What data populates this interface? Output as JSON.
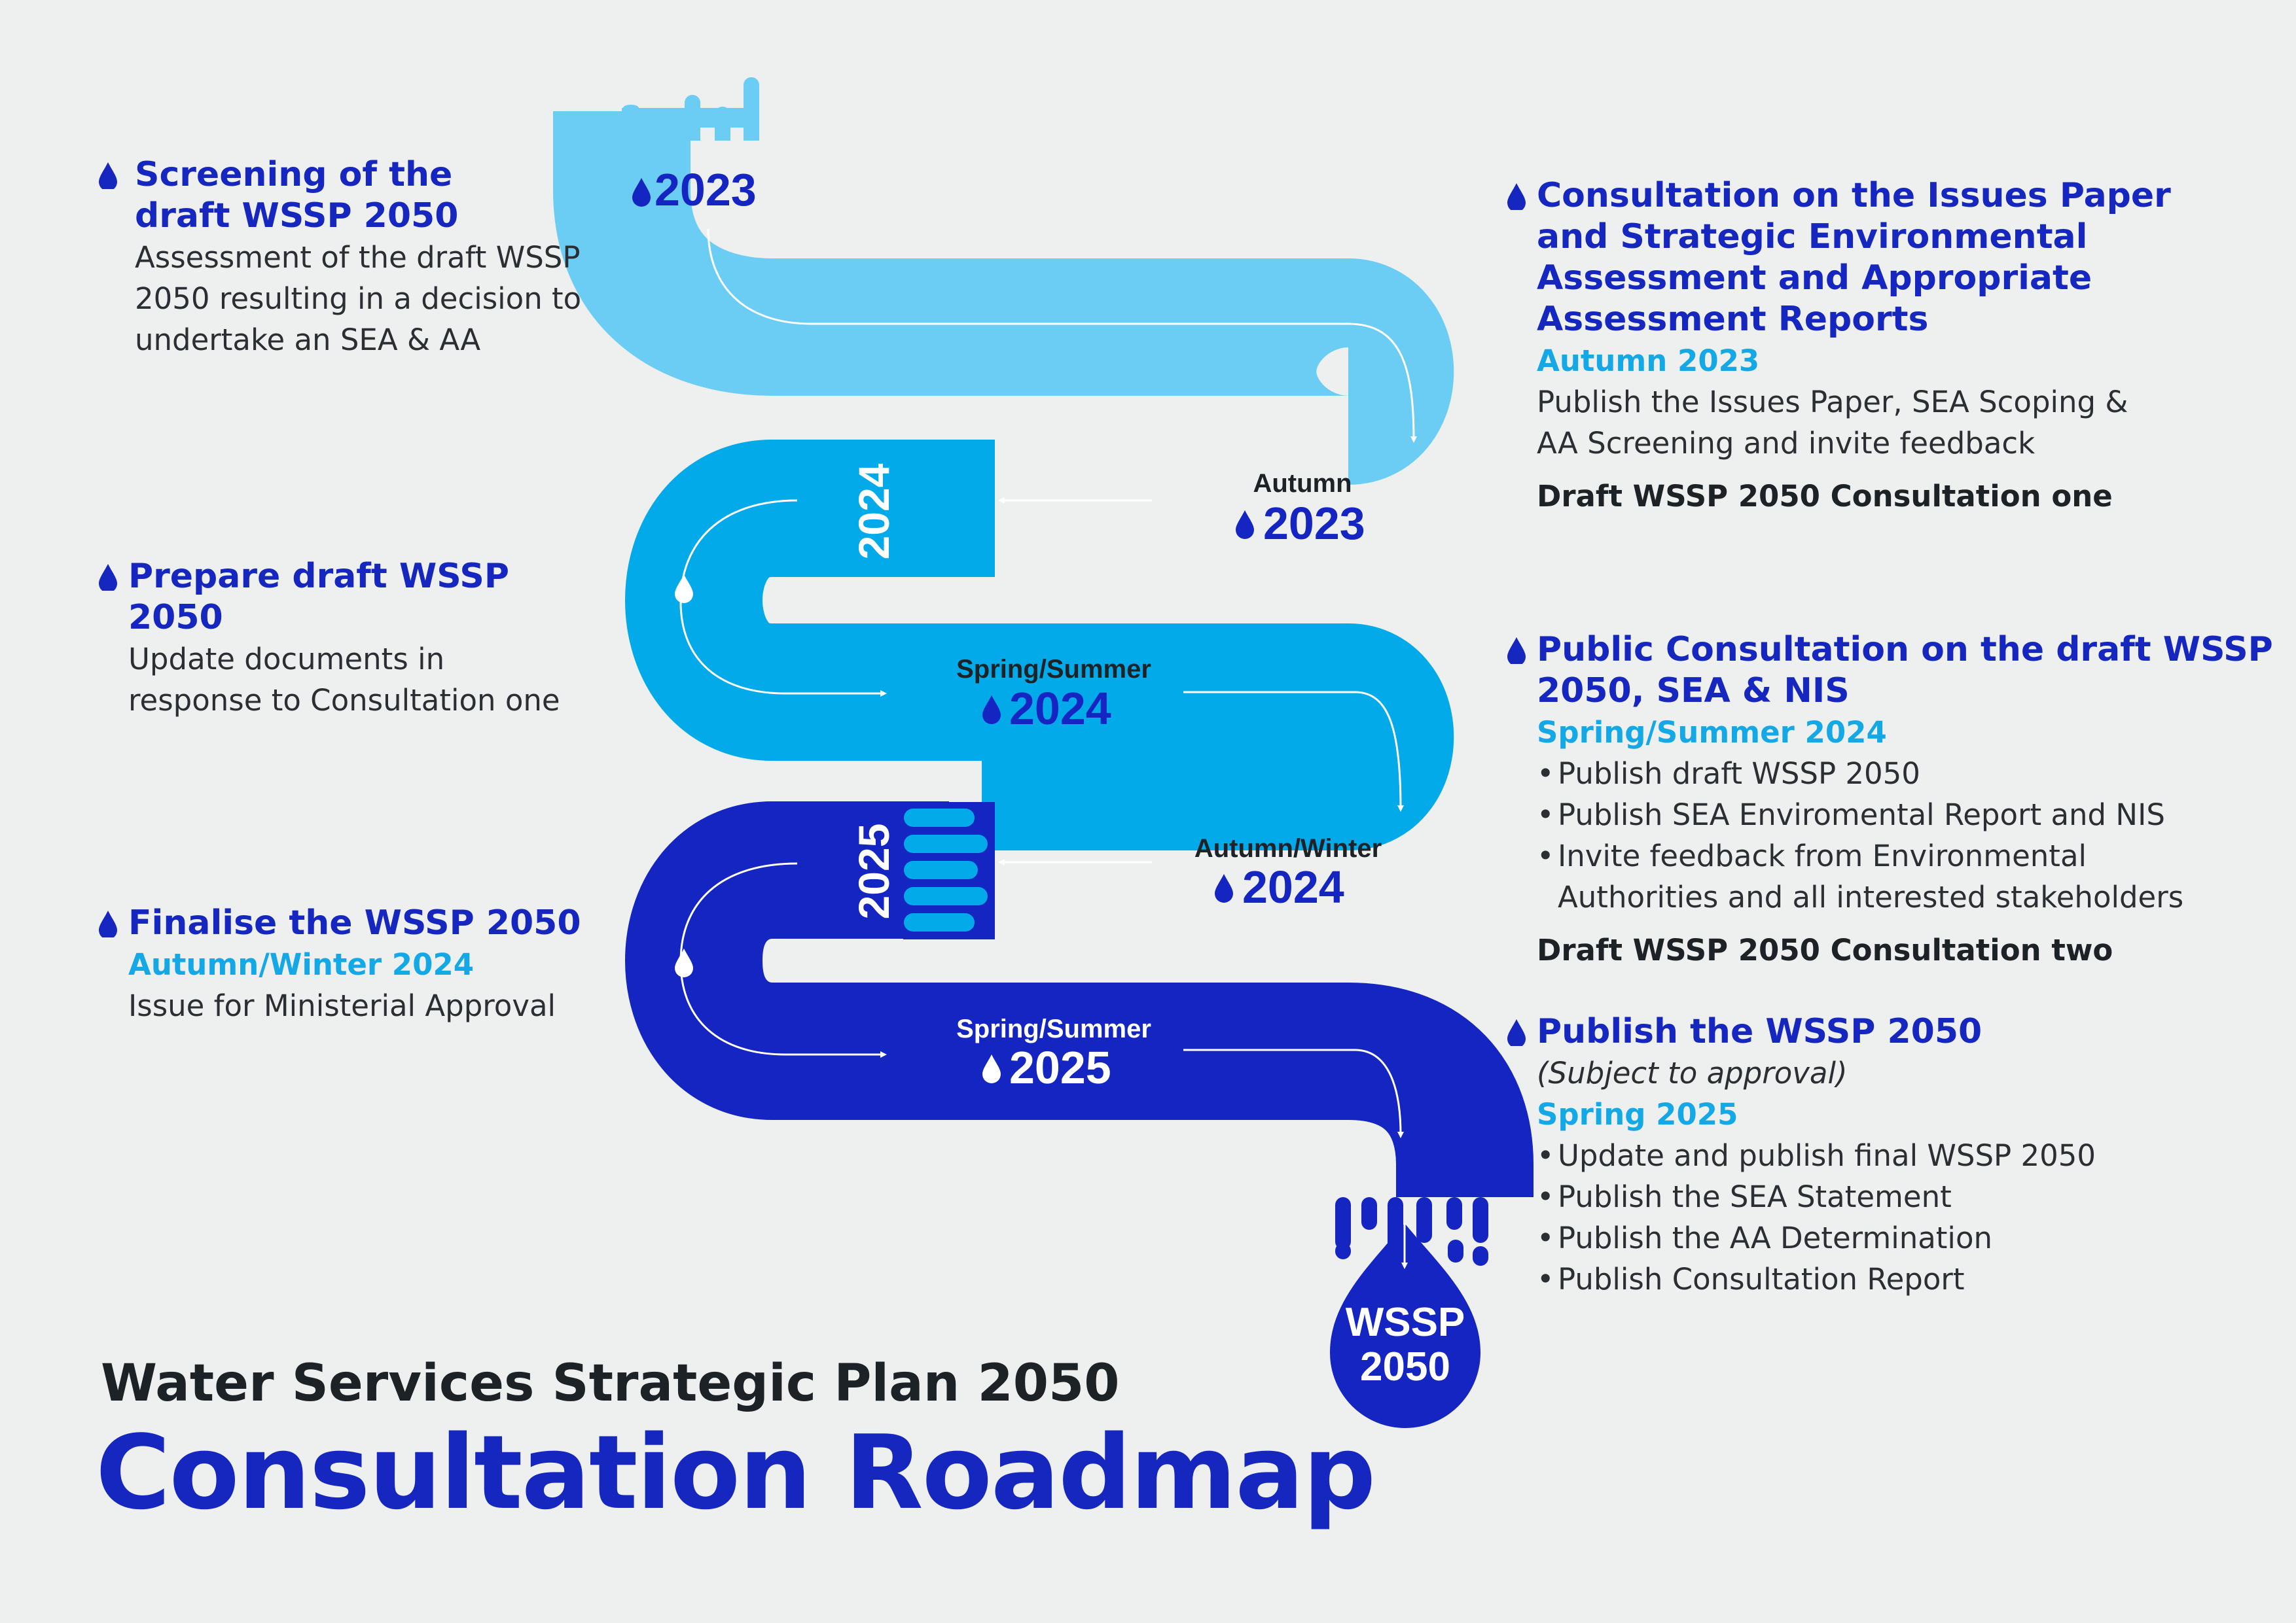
{
  "colors": {
    "band_light": "#6ccdf4",
    "band_mid": "#02aae9",
    "band_dark": "#1425c1",
    "title_blue": "#1627c0",
    "season_blue": "#14a9e6",
    "text_dark": "#2b2f33",
    "background": "#eeefef"
  },
  "river": {
    "start_year": "2023",
    "markers": [
      {
        "season": "Autumn",
        "year": "2023"
      },
      {
        "season": "Spring/Summer",
        "year": "2024"
      },
      {
        "season": "Autumn/Winter",
        "year": "2024"
      },
      {
        "season": "Spring/Summer",
        "year": "2025"
      }
    ],
    "vertical_years": [
      "2024",
      "2025"
    ],
    "end_drop": {
      "line1": "WSSP",
      "line2": "2050"
    }
  },
  "left": [
    {
      "title": "Screening of the\ndraft WSSP 2050",
      "description": "Assessment of the draft WSSP\n2050 resulting in a decision to\nundertake an SEA & AA"
    },
    {
      "title": "Prepare draft WSSP 2050",
      "description": "Update documents in\nresponse to Consultation one"
    },
    {
      "title": "Finalise the WSSP 2050",
      "season": "Autumn/Winter 2024",
      "description": "Issue for Ministerial Approval"
    }
  ],
  "right": [
    {
      "title": "Consultation on the Issues Paper\nand Strategic Environmental\nAssessment and Appropriate\nAssessment Reports",
      "season": "Autumn 2023",
      "description": "Publish the Issues Paper, SEA Scoping &\nAA Screening and invite feedback",
      "label": "Draft WSSP 2050 Consultation one"
    },
    {
      "title": "Public Consultation on the draft WSSP\n2050, SEA & NIS",
      "season": "Spring/Summer 2024",
      "bullets": [
        "Publish draft WSSP 2050",
        "Publish SEA Enviromental Report and NIS",
        "Invite feedback from Environmental\nAuthorities and all interested stakeholders"
      ],
      "label": "Draft WSSP 2050 Consultation two"
    },
    {
      "title": "Publish the WSSP 2050",
      "note": "(Subject to approval)",
      "season": "Spring 2025",
      "bullets": [
        "Update and publish final WSSP 2050",
        "Publish the SEA Statement",
        "Publish the AA Determination",
        "Publish Consultation Report"
      ]
    }
  ],
  "footer": {
    "subtitle": "Water Services Strategic Plan 2050",
    "title": "Consultation Roadmap"
  }
}
